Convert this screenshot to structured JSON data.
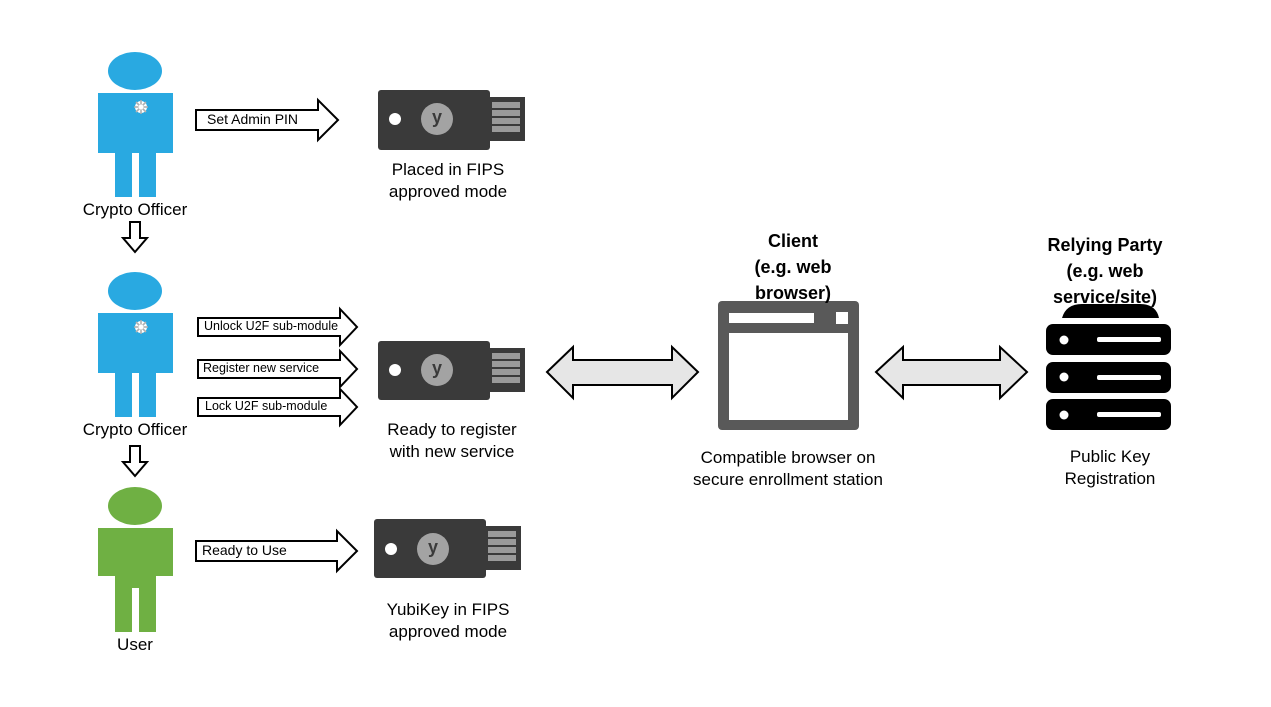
{
  "actors": {
    "crypto_officer_1": "Crypto Officer",
    "crypto_officer_2": "Crypto Officer",
    "user": "User"
  },
  "actor_colors": {
    "officer": "#29a9e1",
    "user": "#6fb043"
  },
  "arrows": {
    "set_admin_pin": "Set Admin PIN",
    "unlock_u2f": "Unlock U2F sub-module",
    "register_service": "Register new service",
    "lock_u2f": "Lock U2F sub-module",
    "ready_to_use": "Ready to Use"
  },
  "keys": {
    "key1_caption_l1": "Placed in FIPS",
    "key1_caption_l2": "approved mode",
    "key2_caption_l1": "Ready to register",
    "key2_caption_l2": "with new service",
    "key3_caption_l1": "YubiKey in FIPS",
    "key3_caption_l2": "approved mode",
    "key_logo": "y"
  },
  "client": {
    "title_l1": "Client",
    "title_l2": "(e.g. web",
    "title_l3": "browser)",
    "caption_l1": "Compatible browser on",
    "caption_l2": "secure enrollment station"
  },
  "relying_party": {
    "title_l1": "Relying Party",
    "title_l2": "(e.g. web",
    "title_l3": "service/site)",
    "caption_l1": "Public Key",
    "caption_l2": "Registration"
  }
}
